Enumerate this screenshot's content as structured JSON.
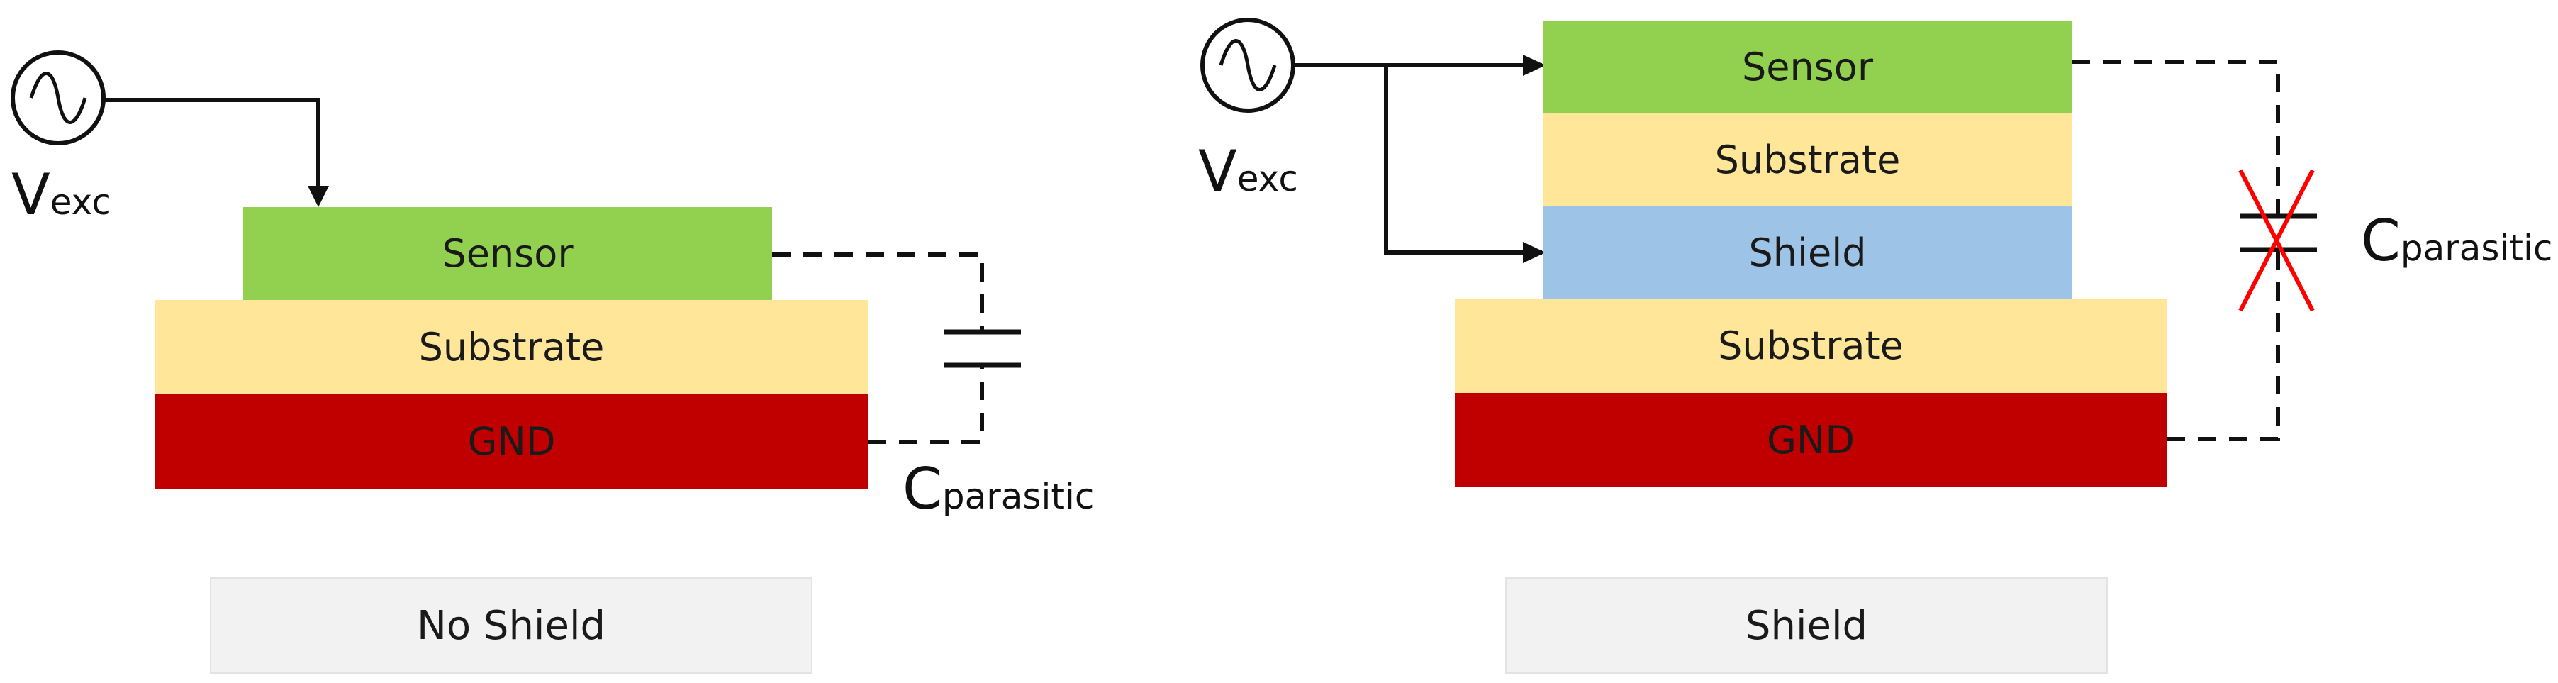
{
  "left": {
    "source": {
      "label_main": "V",
      "label_sub": "exc"
    },
    "layers": {
      "sensor": "Sensor",
      "substrate": "Substrate",
      "gnd": "GND"
    },
    "capacitor": {
      "label_main": "C",
      "label_sub": "parasitic"
    },
    "caption": "No Shield"
  },
  "right": {
    "source": {
      "label_main": "V",
      "label_sub": "exc"
    },
    "layers": {
      "sensor": "Sensor",
      "substrate_top": "Substrate",
      "shield": "Shield",
      "substrate_bottom": "Substrate",
      "gnd": "GND"
    },
    "capacitor": {
      "label_main": "C",
      "label_sub": "parasitic",
      "crossed_out": true
    },
    "caption": "Shield"
  },
  "colors": {
    "sensor": "#92d050",
    "substrate": "#ffe699",
    "shield": "#9dc3e6",
    "gnd": "#c00000",
    "cross": "#ff0000"
  },
  "icons": [
    "ac-source-icon",
    "capacitor-icon",
    "crossed-capacitor-icon"
  ]
}
